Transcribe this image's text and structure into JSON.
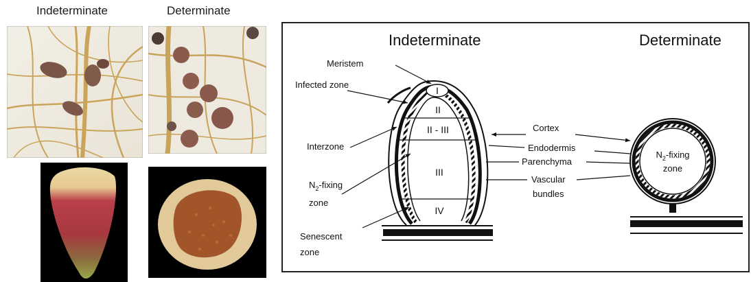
{
  "photos": {
    "indeterminate_title": "Indeterminate",
    "determinate_title": "Determinate"
  },
  "diagram": {
    "indeterminate_title": "Indeterminate",
    "determinate_title": "Determinate",
    "zones": {
      "I": "I",
      "II": "II",
      "II_III": "II - III",
      "III": "III",
      "IV": "IV"
    },
    "left_labels": {
      "meristem": "Meristem",
      "infected_zone": "Infected zone",
      "interzone": "Interzone",
      "n2_fixing_prefix": "N",
      "n2_fixing_sub": "2",
      "n2_fixing_suffix": "-fixing",
      "n2_fixing_line2": "zone",
      "senescent_line1": "Senescent",
      "senescent_line2": "zone"
    },
    "middle_labels": {
      "cortex": "Cortex",
      "endodermis": "Endodermis",
      "parenchyma": "Parenchyma",
      "vascular_line1": "Vascular",
      "vascular_line2": "bundles"
    },
    "determinate_zone": {
      "prefix": "N",
      "sub": "2",
      "suffix": "-fixing",
      "line2": "zone"
    }
  }
}
